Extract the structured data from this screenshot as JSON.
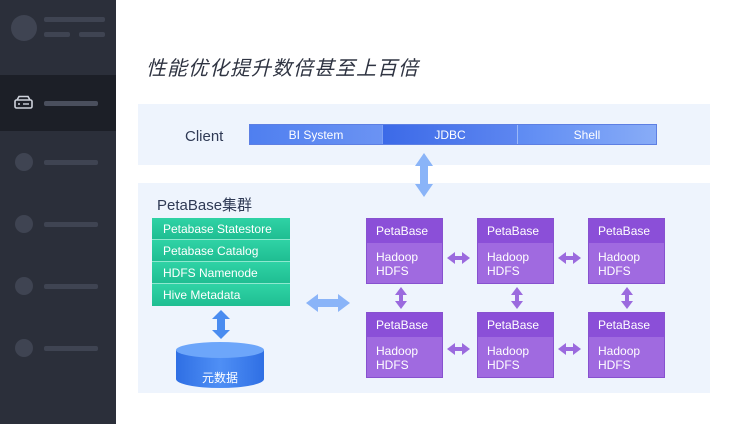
{
  "page": {
    "title": "性能优化提升数倍甚至上百倍"
  },
  "client": {
    "label": "Client",
    "tools": [
      "BI System",
      "JDBC",
      "Shell"
    ]
  },
  "cluster": {
    "title": "PetaBase集群",
    "services": [
      "Petabase Statestore",
      "Petabase Catalog",
      "HDFS Namenode",
      "Hive Metadata"
    ],
    "metadata_label": "元数据",
    "nodes": [
      {
        "name": "PetaBase",
        "storage_line1": "Hadoop",
        "storage_line2": "HDFS"
      },
      {
        "name": "PetaBase",
        "storage_line1": "Hadoop",
        "storage_line2": "HDFS"
      },
      {
        "name": "PetaBase",
        "storage_line1": "Hadoop",
        "storage_line2": "HDFS"
      },
      {
        "name": "PetaBase",
        "storage_line1": "Hadoop",
        "storage_line2": "HDFS"
      },
      {
        "name": "PetaBase",
        "storage_line1": "Hadoop",
        "storage_line2": "HDFS"
      },
      {
        "name": "PetaBase",
        "storage_line1": "Hadoop",
        "storage_line2": "HDFS"
      }
    ]
  },
  "colors": {
    "sidebar": "#2b2f3a",
    "panel": "#eef4fd",
    "client_bar": "#4f7ff0",
    "services_green": "#24c99a",
    "node_purple": "#a06ae0",
    "arrow_blue": "#8ab4f8",
    "arrow_purple": "#9b6ade"
  },
  "icons": {
    "sidebar_active": "drive-icon"
  }
}
